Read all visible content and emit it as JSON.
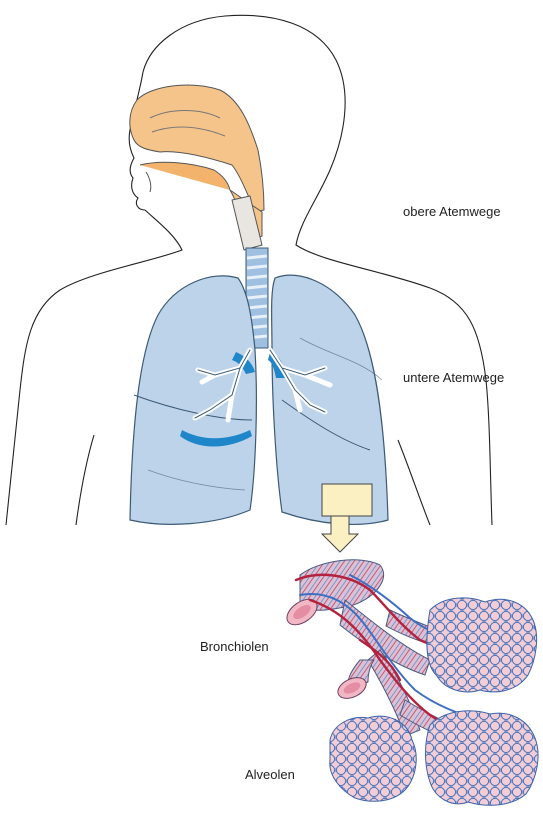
{
  "labels": {
    "upper_airways": "obere Atemwege",
    "lower_airways": "untere Atemwege",
    "bronchioles": "Bronchiolen",
    "alveoli": "Alveolen"
  },
  "colors": {
    "lung_fill": "#bcd3ea",
    "lung_stroke": "#3d5a75",
    "nasal_fill": "#f5c48a",
    "bronchus_accent": "#1f86c9",
    "callout_box": "#faf0c2",
    "vessel_red": "#b3233f",
    "vessel_blue": "#3f6fc0",
    "alveolus_fill": "#eecad2",
    "body_outline": "#222222"
  }
}
